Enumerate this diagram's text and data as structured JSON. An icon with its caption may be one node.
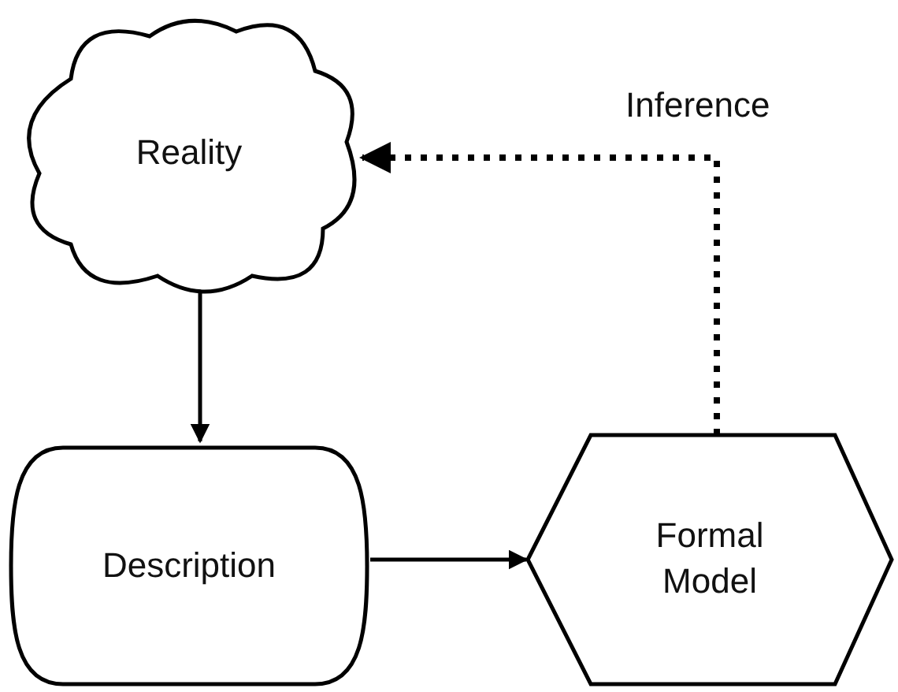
{
  "diagram": {
    "nodes": [
      {
        "text": [
          "Reality"
        ]
      },
      {
        "text": [
          "Description"
        ]
      },
      {
        "text": [
          "Formal Model"
        ]
      }
    ],
    "edges": [
      {
        "from": 0,
        "to": 1,
        "arrow": "to"
      },
      {
        "from": 1,
        "to": 2,
        "arrow": "to"
      },
      {
        "from": 2,
        "to": 0,
        "arrow": "to",
        "label": "Inference",
        "style": "dashed"
      }
    ]
  }
}
